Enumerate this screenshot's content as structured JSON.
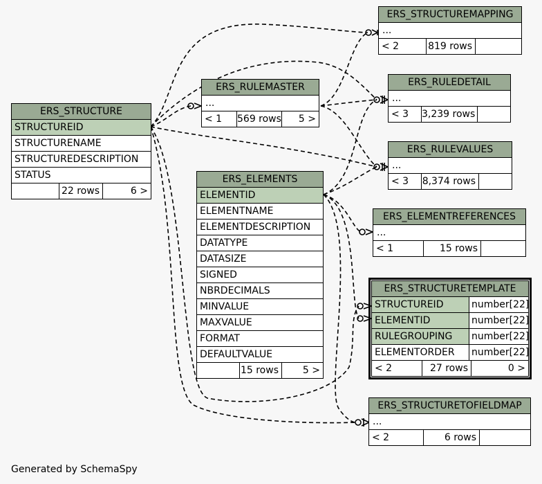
{
  "footer": "Generated by SchemaSpy",
  "tables": {
    "ers_structure": {
      "name": "ERS_STRUCTURE",
      "columns": [
        "STRUCTUREID",
        "STRUCTURENAME",
        "STRUCTUREDESCRIPTION",
        "STATUS"
      ],
      "footer": [
        "",
        "22 rows",
        "6 >"
      ]
    },
    "ers_rulemaster": {
      "name": "ERS_RULEMASTER",
      "columns": [
        "..."
      ],
      "footer": [
        "< 1",
        "569 rows",
        "5 >"
      ]
    },
    "ers_elements": {
      "name": "ERS_ELEMENTS",
      "columns": [
        "ELEMENTID",
        "ELEMENTNAME",
        "ELEMENTDESCRIPTION",
        "DATATYPE",
        "DATASIZE",
        "SIGNED",
        "NBRDECIMALS",
        "MINVALUE",
        "MAXVALUE",
        "FORMAT",
        "DEFAULTVALUE"
      ],
      "footer": [
        "",
        "15 rows",
        "5 >"
      ]
    },
    "ers_structuremapping": {
      "name": "ERS_STRUCTUREMAPPING",
      "columns": [
        "..."
      ],
      "footer": [
        "< 2",
        "819 rows",
        ""
      ]
    },
    "ers_ruledetail": {
      "name": "ERS_RULEDETAIL",
      "columns": [
        "..."
      ],
      "footer": [
        "< 3",
        "3,239 rows",
        ""
      ]
    },
    "ers_rulevalues": {
      "name": "ERS_RULEVALUES",
      "columns": [
        "..."
      ],
      "footer": [
        "< 3",
        "8,374 rows",
        ""
      ]
    },
    "ers_elementreferences": {
      "name": "ERS_ELEMENTREFERENCES",
      "columns": [
        "..."
      ],
      "footer": [
        "< 1",
        "15 rows",
        ""
      ]
    },
    "ers_structuretemplate": {
      "name": "ERS_STRUCTURETEMPLATE",
      "columns": [
        {
          "name": "STRUCTUREID",
          "type": "number[22]"
        },
        {
          "name": "ELEMENTID",
          "type": "number[22]"
        },
        {
          "name": "RULEGROUPING",
          "type": "number[22]"
        },
        {
          "name": "ELEMENTORDER",
          "type": "number[22]"
        }
      ],
      "footer": [
        "< 2",
        "27 rows",
        "0 >"
      ]
    },
    "ers_structuretofieldmap": {
      "name": "ERS_STRUCTURETOFIELDMAP",
      "columns": [
        "..."
      ],
      "footer": [
        "< 2",
        "6 rows",
        ""
      ]
    }
  }
}
